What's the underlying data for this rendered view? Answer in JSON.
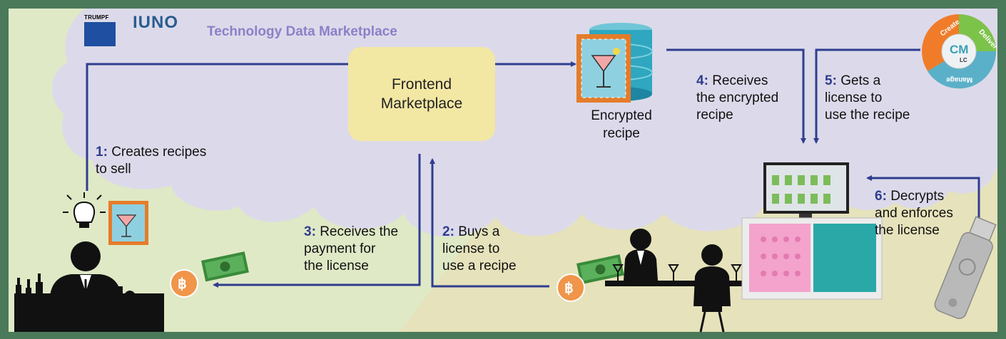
{
  "header": {
    "title": "Technology Data Marketplace",
    "logos": [
      {
        "name": "trumpf-logo",
        "text": "TRUMPF"
      },
      {
        "name": "iuno-logo",
        "text": "IUNO"
      }
    ]
  },
  "frontend": {
    "line1": "Frontend",
    "line2": "Marketplace"
  },
  "encrypted": {
    "line1": "Encrypted",
    "line2": "recipe"
  },
  "cmlc": {
    "create": "Create",
    "deliver": "Deliver",
    "manage": "Manage",
    "cm": "CM",
    "lc": "LC"
  },
  "steps": [
    {
      "num": "1",
      "text": "Creates recipes\nto sell"
    },
    {
      "num": "2",
      "text": "Buys a\nlicense to\nuse a recipe"
    },
    {
      "num": "3",
      "text": "Receives the\npayment for\nthe license"
    },
    {
      "num": "4",
      "text": "Receives\nthe encrypted\nrecipe"
    },
    {
      "num": "5",
      "text": "Gets a\nlicense to\nuse the recipe"
    },
    {
      "num": "6",
      "text": "Decrypts\nand enforces\nthe license"
    }
  ],
  "coin_symbol": "฿",
  "colors": {
    "frame": "#4a7a5a",
    "cloud": "#dcdaea",
    "arrow": "#2f3d8f",
    "title": "#8c80c8",
    "frontend": "#f3e7a4",
    "ground_left": "#dfe9c6",
    "ground_right": "#e6e2bb"
  }
}
